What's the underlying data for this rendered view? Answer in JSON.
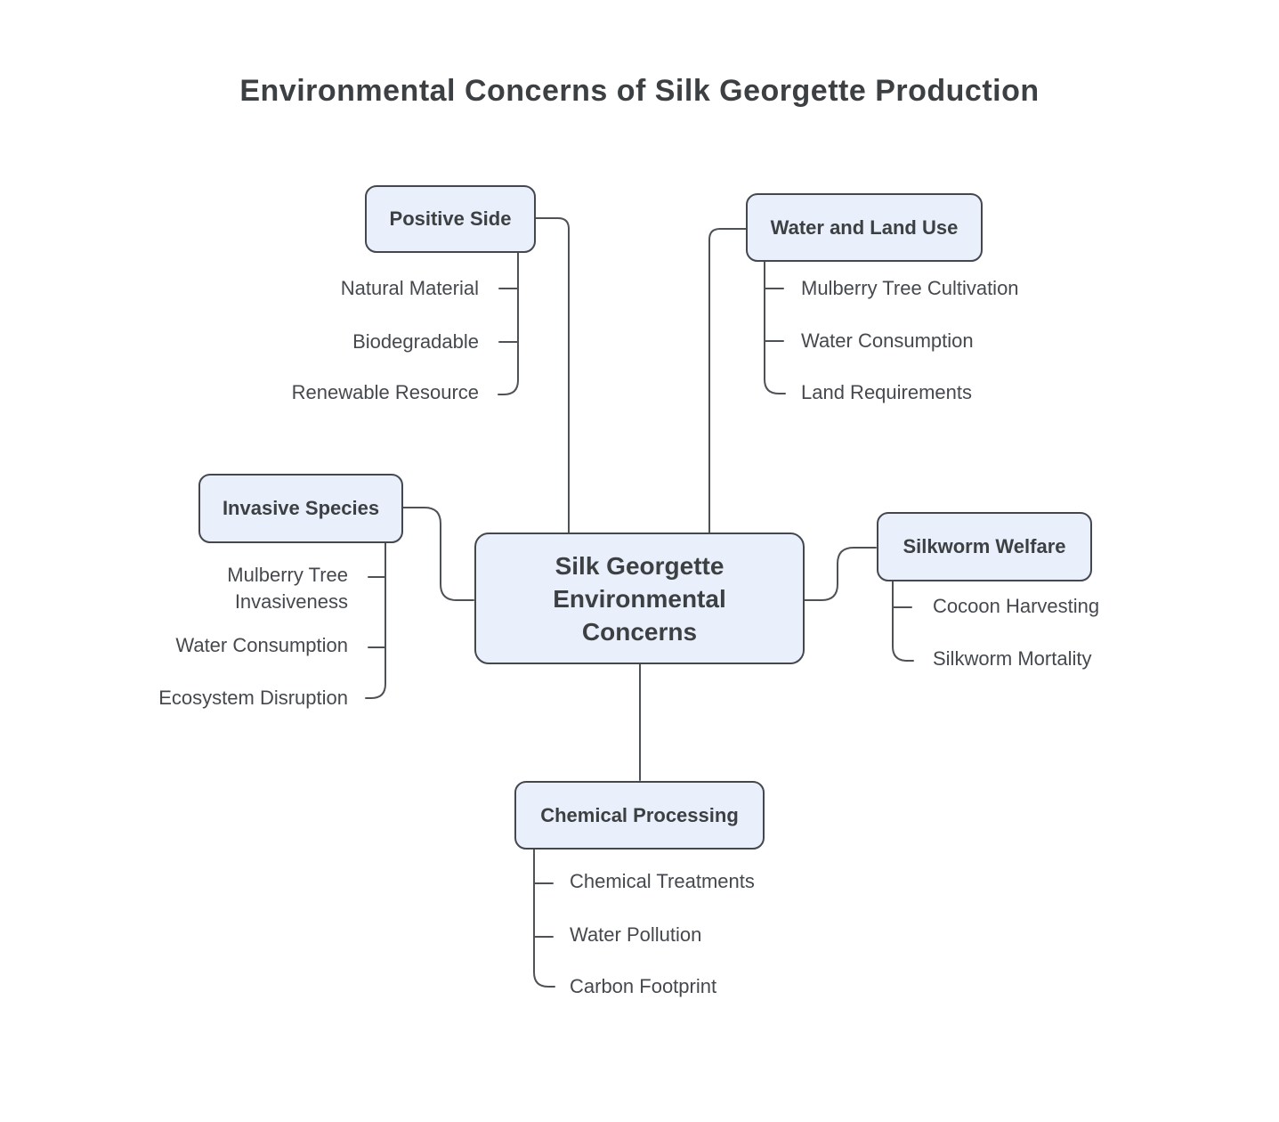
{
  "title": "Environmental Concerns of Silk Georgette Production",
  "root": {
    "label": "Silk Georgette Environmental Concerns"
  },
  "branches": [
    {
      "label": "Positive Side",
      "children": [
        "Natural Material",
        "Biodegradable",
        "Renewable Resource"
      ]
    },
    {
      "label": "Water and Land Use",
      "children": [
        "Mulberry Tree Cultivation",
        "Water Consumption",
        "Land Requirements"
      ]
    },
    {
      "label": "Invasive Species",
      "children": [
        "Mulberry Tree Invasiveness",
        "Water Consumption",
        "Ecosystem Disruption"
      ]
    },
    {
      "label": "Silkworm Welfare",
      "children": [
        "Cocoon Harvesting",
        "Silkworm Mortality"
      ]
    },
    {
      "label": "Chemical Processing",
      "children": [
        "Chemical Treatments",
        "Water Pollution",
        "Carbon Footprint"
      ]
    }
  ],
  "colors": {
    "node_fill": "#E9F0FB",
    "node_border": "#44484E",
    "connector": "#4E5257",
    "heading_text": "#3C4043",
    "leaf_text": "#45494E",
    "background": "#FFFFFF"
  }
}
